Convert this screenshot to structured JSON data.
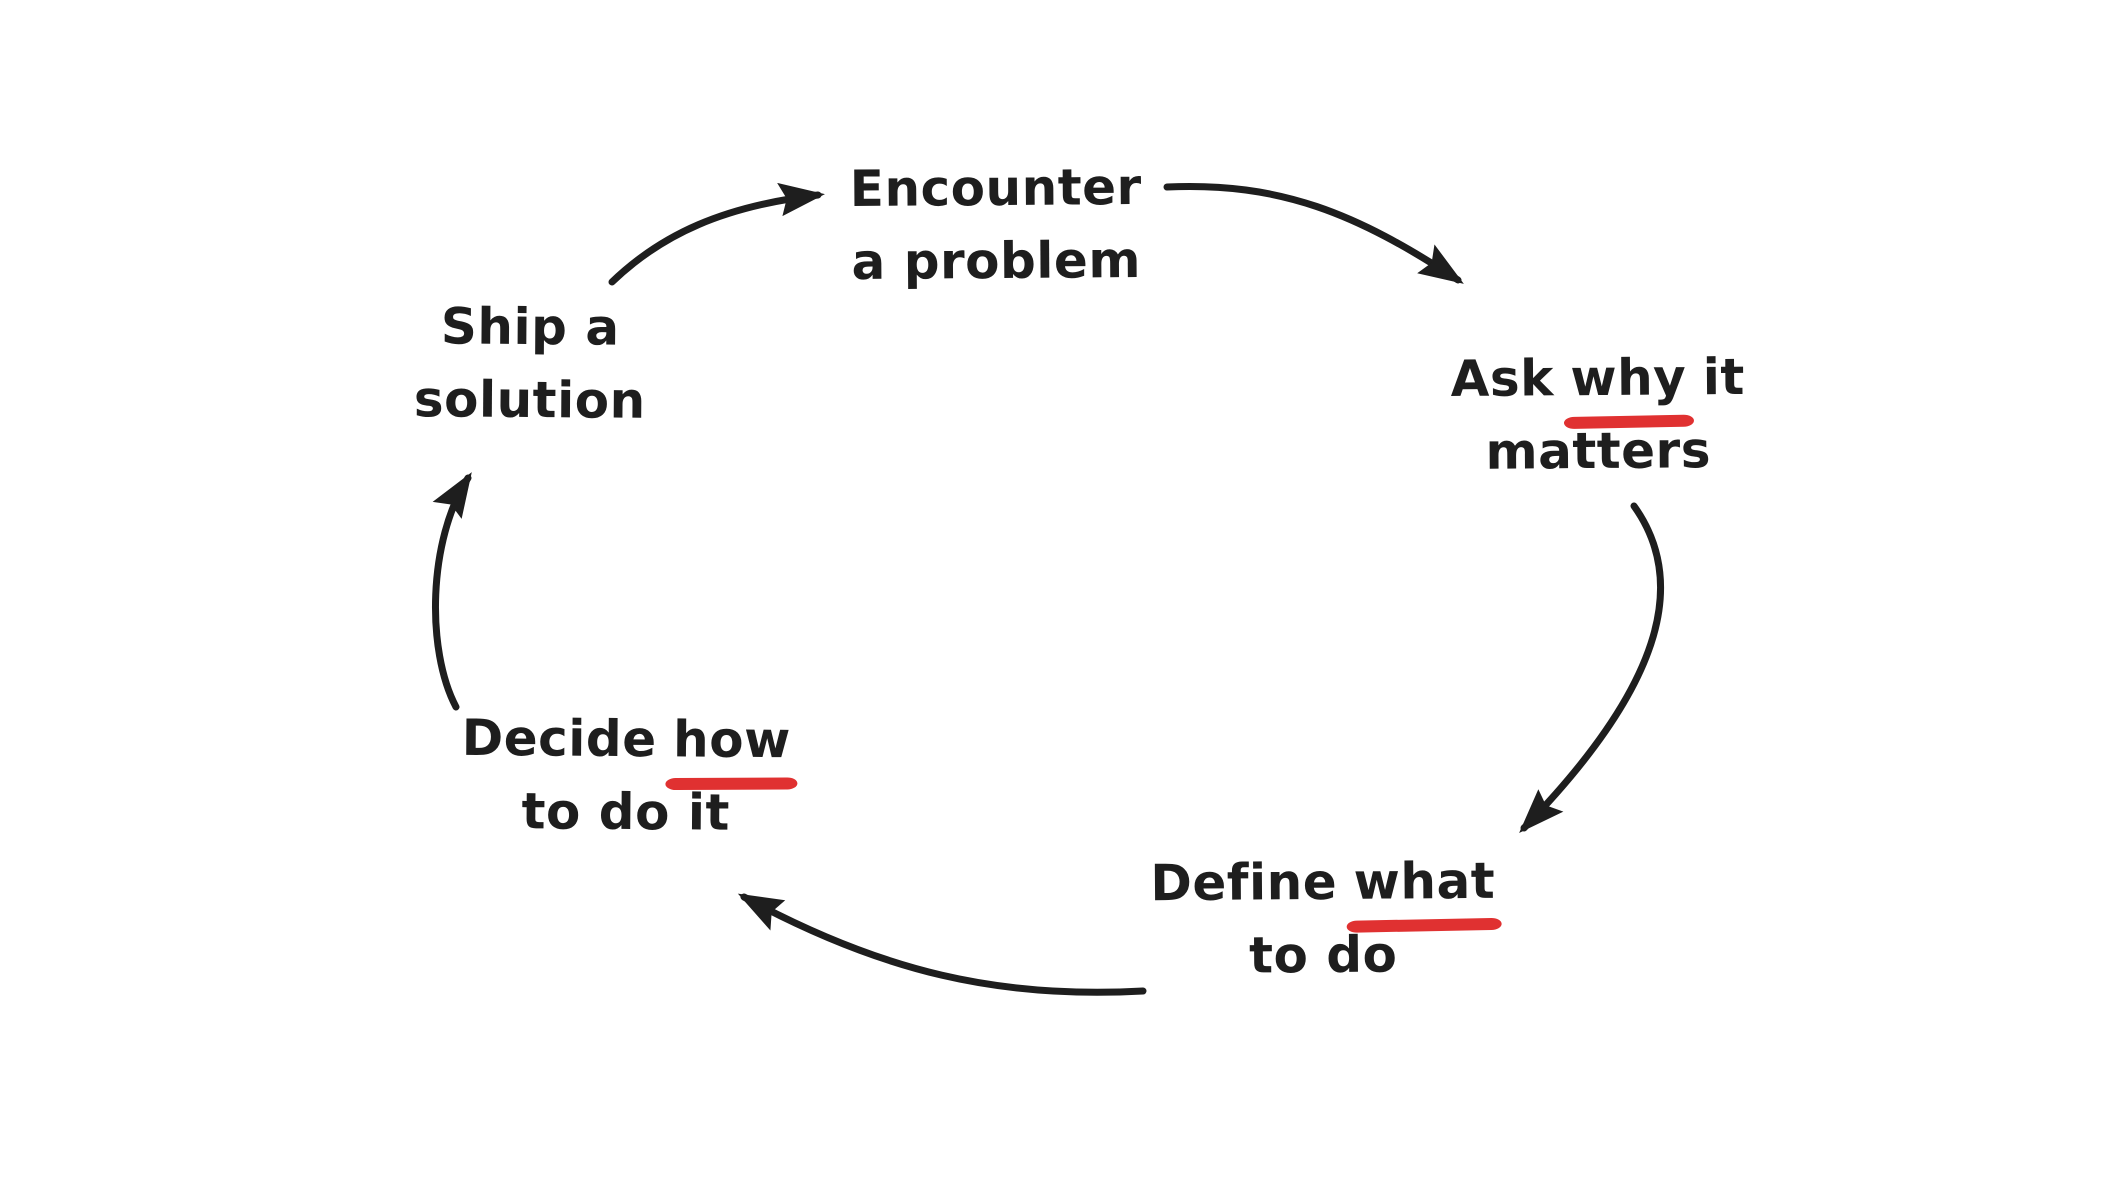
{
  "colors": {
    "background": "#ffffff",
    "ink": "#1e1e1e",
    "underline_red": "#e03131"
  },
  "nodes": {
    "encounter": {
      "line1": "Encounter",
      "line2": "a problem"
    },
    "ask_why": {
      "word_before": "Ask",
      "emphasis": "why",
      "word_after": "it",
      "line2": "matters"
    },
    "define_what": {
      "word_before": "Define",
      "emphasis": "what",
      "line2": "to do"
    },
    "decide_how": {
      "word_before": "Decide",
      "emphasis": "how",
      "line2": "to do it"
    },
    "ship": {
      "line1": "Ship a",
      "line2": "solution"
    }
  },
  "connections": [
    {
      "from": "Ship a solution",
      "to": "Encounter a problem"
    },
    {
      "from": "Encounter a problem",
      "to": "Ask why it matters"
    },
    {
      "from": "Ask why it matters",
      "to": "Define what to do"
    },
    {
      "from": "Define what to do",
      "to": "Decide how to do it"
    },
    {
      "from": "Decide how to do it",
      "to": "Ship a solution"
    }
  ]
}
